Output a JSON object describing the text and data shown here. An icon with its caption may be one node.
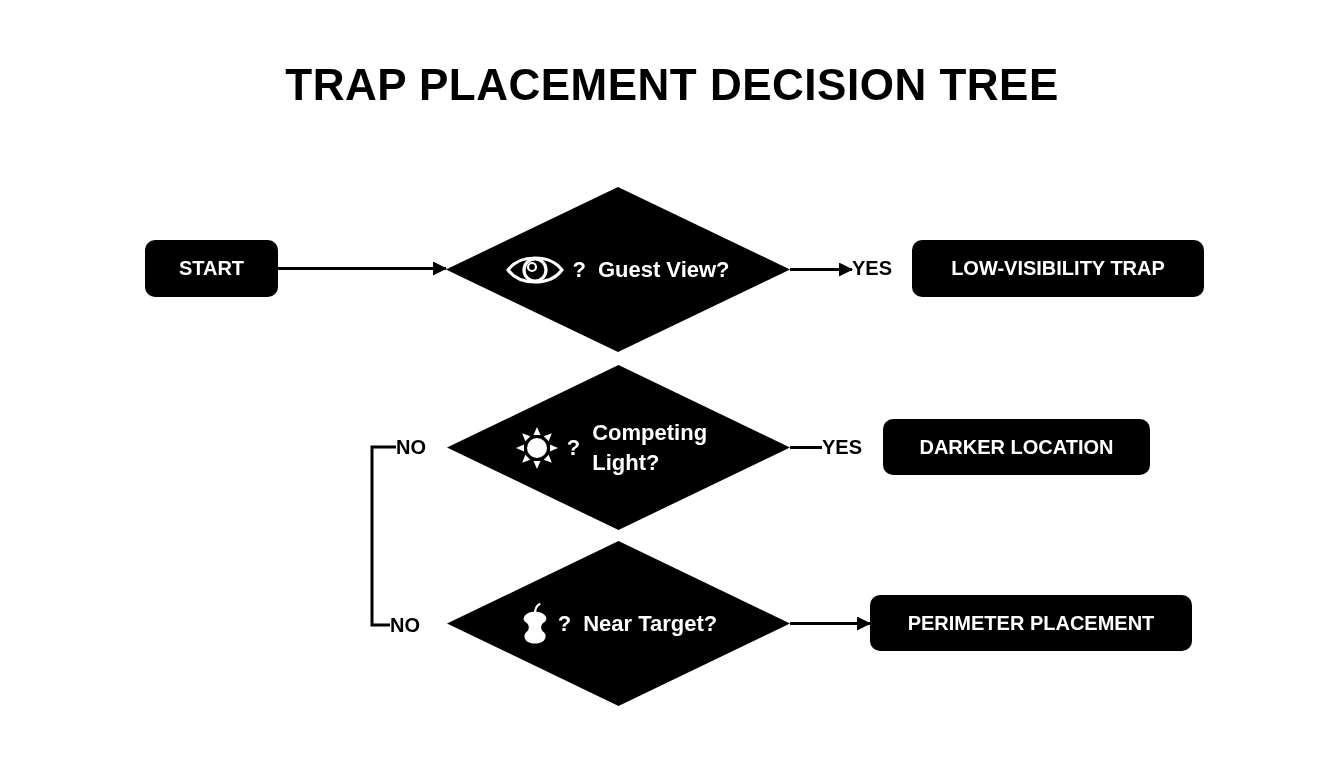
{
  "diagram": {
    "title": "TRAP PLACEMENT DECISION TREE",
    "nodes": [
      {
        "text": [
          "START"
        ]
      },
      {
        "text": [
          "?",
          "Guest View?"
        ]
      },
      {
        "text": [
          "YES"
        ]
      },
      {
        "text": [
          "LOW-VISIBILITY TRAP"
        ]
      },
      {
        "text": [
          "NO"
        ]
      },
      {
        "text": [
          "?",
          "Competing Light?"
        ]
      },
      {
        "text": [
          "YES"
        ]
      },
      {
        "text": [
          "DARKER LOCATION"
        ]
      },
      {
        "text": [
          "NO"
        ]
      },
      {
        "text": [
          "?",
          "Near Target?"
        ]
      },
      {
        "text": [
          "PERIMETER PLACEMENT"
        ]
      }
    ],
    "edges": [
      {
        "from": 0,
        "to": 1,
        "arrow": "to"
      },
      {
        "from": 1,
        "to": 2,
        "arrow": "to"
      },
      {
        "from": 5,
        "to": 6,
        "arrow": "none"
      },
      {
        "from": 4,
        "to": 8,
        "arrow": "none"
      },
      {
        "from": 9,
        "to": 10,
        "arrow": "to"
      }
    ]
  }
}
